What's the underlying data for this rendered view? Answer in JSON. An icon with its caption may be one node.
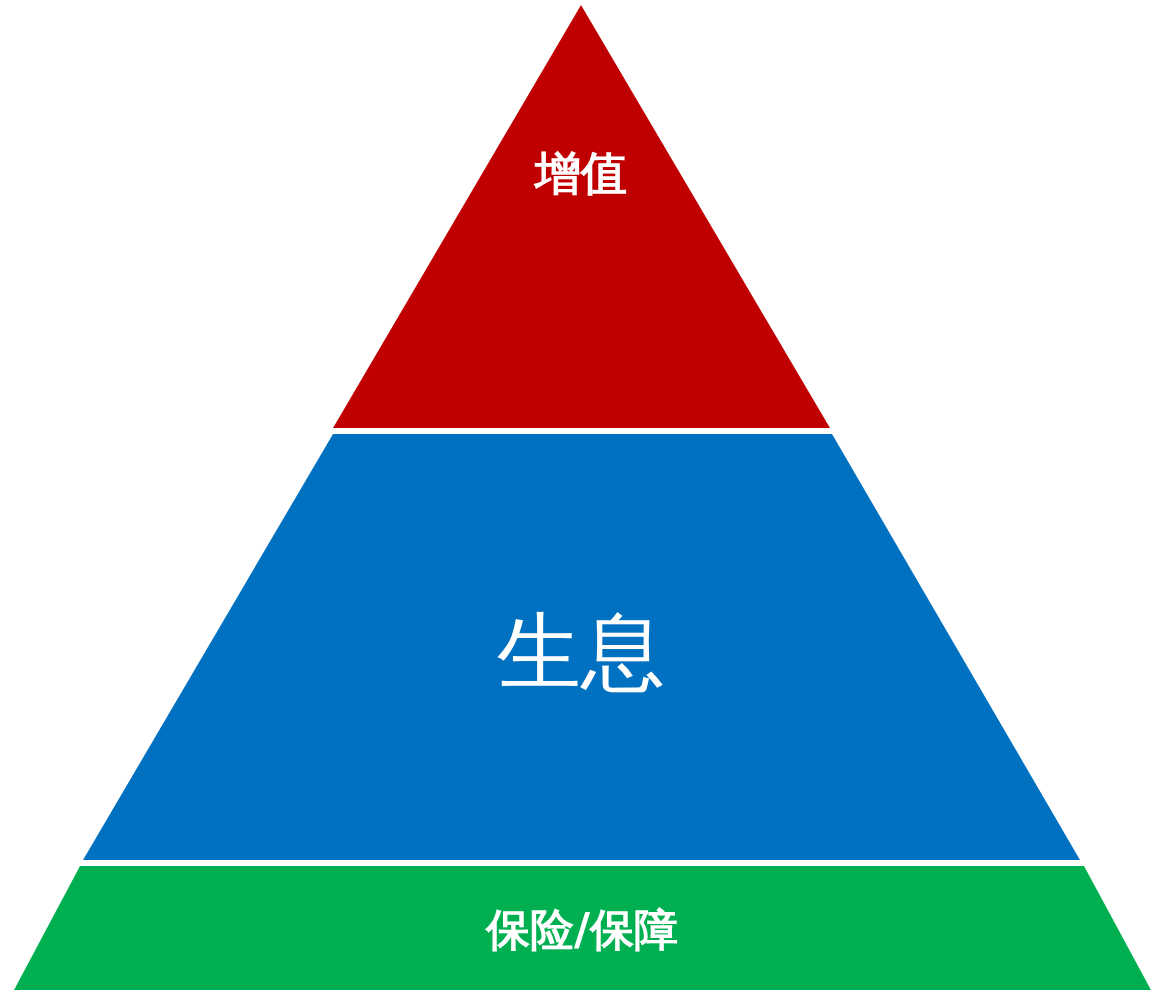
{
  "diagram": {
    "nodes": [
      {
        "text": [
          "增值"
        ]
      },
      {
        "text": [
          "生息"
        ]
      },
      {
        "text": [
          "保险/保障"
        ]
      }
    ]
  }
}
